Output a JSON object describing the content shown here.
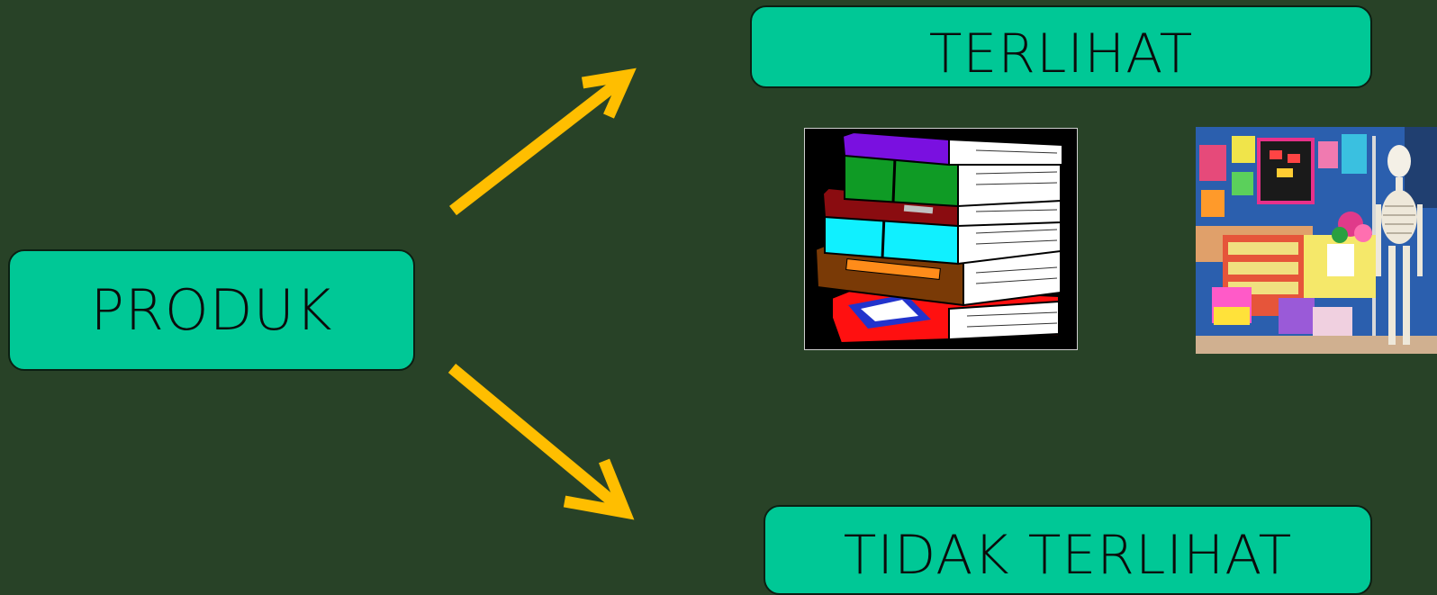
{
  "diagram": {
    "source_label": "PRODUK",
    "target_top_label": "TERLIHAT",
    "target_bottom_label": "TIDAK TERLIHAT"
  },
  "images": [
    {
      "name": "stacked-books-illustration"
    },
    {
      "name": "classroom-photo"
    }
  ],
  "colors": {
    "background": "#284227",
    "box_fill": "#00C896",
    "arrow": "#FFBE00"
  }
}
